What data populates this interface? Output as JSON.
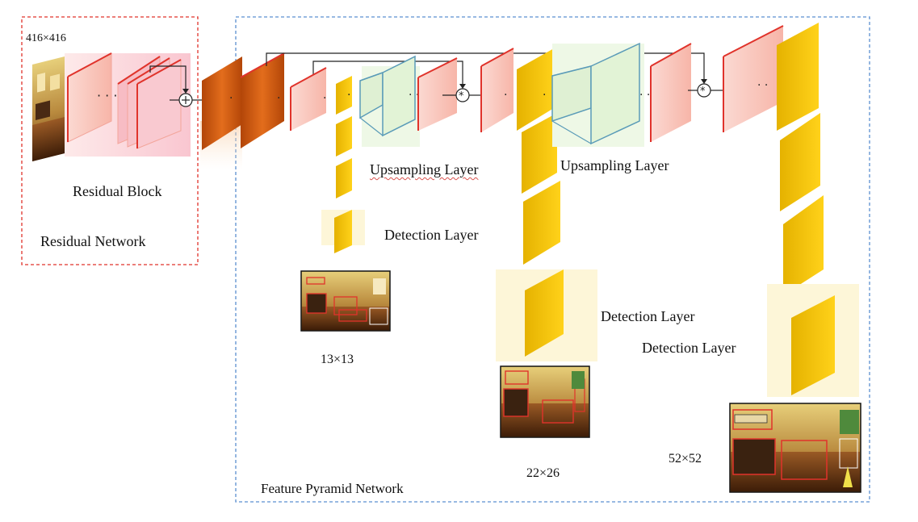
{
  "labels": {
    "input_size": "416×416",
    "residual_block": "Residual Block",
    "residual_network": "Residual Network",
    "feature_pyramid_network": "Feature Pyramid Network",
    "upsampling_layer_1": "Upsampling Layer",
    "upsampling_layer_2": "Upsampling Layer",
    "detection_layer_1": "Detection Layer",
    "detection_layer_2": "Detection Layer",
    "detection_layer_3": "Detection Layer",
    "scale_1": "13×13",
    "scale_2": "22×26",
    "scale_3": "52×52"
  },
  "colors": {
    "residual_border": "#e0332b",
    "fpn_border": "#5b8fd0",
    "red_edge": "#e0332b",
    "dark_orange": "#c9530e",
    "yellow": "#f2c500",
    "green_face": "#d8f0cc",
    "blue_edge": "#5a9bb8"
  },
  "symbols": {
    "add": "+",
    "mult": "*",
    "ellipsis": "·  ·  ·"
  }
}
